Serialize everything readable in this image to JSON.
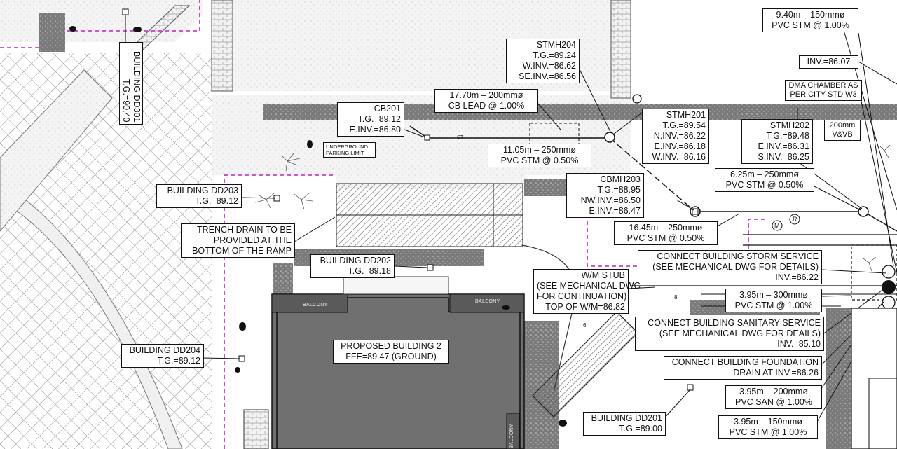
{
  "labels": {
    "building_dd301": [
      "BUILDING DD301",
      "T.G.=90.40"
    ],
    "building_dd203": [
      "BUILDING DD203",
      "T.G.=89.12"
    ],
    "trench_drain": [
      "TRENCH DRAIN TO BE",
      "PROVIDED AT THE",
      "BOTTOM OF THE RAMP"
    ],
    "building_dd202": [
      "BUILDING DD202",
      "T.G.=89.18"
    ],
    "building_dd204": [
      "BUILDING DD204",
      "T.G.=89.12"
    ],
    "proposed_building": [
      "PROPOSED BUILDING 2",
      "FFE=89.47 (GROUND)"
    ],
    "cb201": [
      "CB201",
      "T.G.=89.12",
      "E.INV.=86.80"
    ],
    "cb_lead": [
      "17.70m – 200mmø",
      "CB LEAD @ 1.00%"
    ],
    "stmh204": [
      "STMH204",
      "T.G.=89.24",
      "W.INV.=86.62",
      "SE.INV.=86.56"
    ],
    "pipe_1105": [
      "11.05m – 250mmø",
      "PVC STM @ 0.50%"
    ],
    "underground_parking": [
      "UNDERGROUND",
      "PARKING LIMIT"
    ],
    "stmh201": [
      "STMH201",
      "T.G.=89.54",
      "N.INV.=86.22",
      "E.INV.=86.18",
      "W.INV.=86.16"
    ],
    "cbmh203": [
      "CBMH203",
      "T.G.=88.95",
      "NW.INV.=86.50",
      "E.INV.=86.47"
    ],
    "pipe_1645": [
      "16.45m – 250mmø",
      "PVC STM @ 0.50%"
    ],
    "stmh202": [
      "STMH202",
      "T.G.=89.48",
      "E.INV.=86.31",
      "S.INV.=86.25"
    ],
    "pipe_625": [
      "6.25m – 250mmø",
      "PVC STM @ 0.50%"
    ],
    "pipe_940": [
      "9.40m – 150mmø",
      "PVC STM @ 1.00%"
    ],
    "inv_8607": [
      "INV.=86.07"
    ],
    "dma_chamber": [
      "DMA CHAMBER AS",
      "PER CITY STD W3"
    ],
    "vvb_200": [
      "200mm",
      "V&VB"
    ],
    "connect_storm": [
      "CONNECT BUILDING STORM SERVICE",
      "(SEE MECHANICAL DWG FOR DETAILS)",
      "INV.=86.22"
    ],
    "wm_stub": [
      "W/M STUB",
      "(SEE MECHANICAL DWG",
      "FOR CONTINUATION)",
      "TOP OF W/M=86.82"
    ],
    "pipe_395_300": [
      "3.95m – 300mmø",
      "PVC STM @ 1.00%"
    ],
    "connect_sanitary": [
      "CONNECT BUILDING SANITARY SERVICE",
      "(SEE MECHANICAL DWG FOR DEAILS)",
      "INV.=85.10"
    ],
    "connect_foundation": [
      "CONNECT BUILDING FOUNDATION",
      "DRAIN AT INV.=86.26"
    ],
    "pipe_395_200": [
      "3.95m – 200mmø",
      "PVC SAN @ 1.00%"
    ],
    "pipe_395_150": [
      "3.95m – 150mmø",
      "PVC STM @ 1.00%"
    ],
    "building_dd201": [
      "BUILDING DD201",
      "T.G.=89.00"
    ]
  },
  "small_text": {
    "balcony_left": "BALCONY",
    "balcony_right": "BALCONY",
    "balcony_vertical": "BALCONY",
    "st": "ST",
    "marker_m": "M",
    "marker_r": "R",
    "marker_6": "6",
    "marker_8": "8"
  },
  "colors": {
    "line": "#111111",
    "pavement": "#7d7d7d",
    "building": "#6f6f6f",
    "property_line": "#c020c0"
  }
}
